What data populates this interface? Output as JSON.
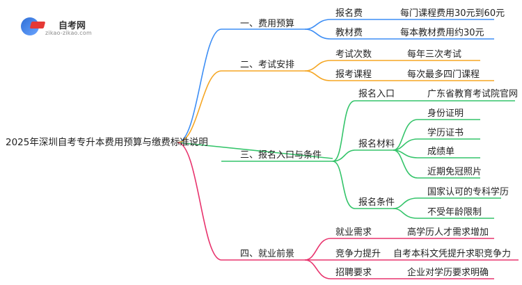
{
  "logo": {
    "name": "自考网",
    "url": "zikao-zikao.com"
  },
  "root": "2025年深圳自考专升本费用预算与缴费标准说明",
  "branches": [
    {
      "label": "一、费用预算",
      "color": "#3d8ef5",
      "children": [
        {
          "label": "报名费",
          "value": "每门课程费用30元到60元"
        },
        {
          "label": "教材费",
          "value": "每本教材费用约30元"
        }
      ]
    },
    {
      "label": "二、考试安排",
      "color": "#f5a623",
      "children": [
        {
          "label": "考试次数",
          "value": "每年三次考试"
        },
        {
          "label": "报考课程",
          "value": "每次最多四门课程"
        }
      ]
    },
    {
      "label": "三、报名入口与条件",
      "color": "#34c46a",
      "children": [
        {
          "label": "报名入口",
          "values": [
            "广东省教育考试院官网"
          ]
        },
        {
          "label": "报名材料",
          "values": [
            "身份证明",
            "学历证书",
            "成绩单",
            "近期免冠照片"
          ]
        },
        {
          "label": "报名条件",
          "values": [
            "国家认可的专科学历",
            "不受年龄限制"
          ]
        }
      ]
    },
    {
      "label": "四、就业前景",
      "color": "#e8336d",
      "children": [
        {
          "label": "就业需求",
          "value": "高学历人才需求增加"
        },
        {
          "label": "竞争力提升",
          "value": "自考本科文凭提升求职竞争力"
        },
        {
          "label": "招聘要求",
          "value": "企业对学历要求明确"
        }
      ]
    }
  ]
}
